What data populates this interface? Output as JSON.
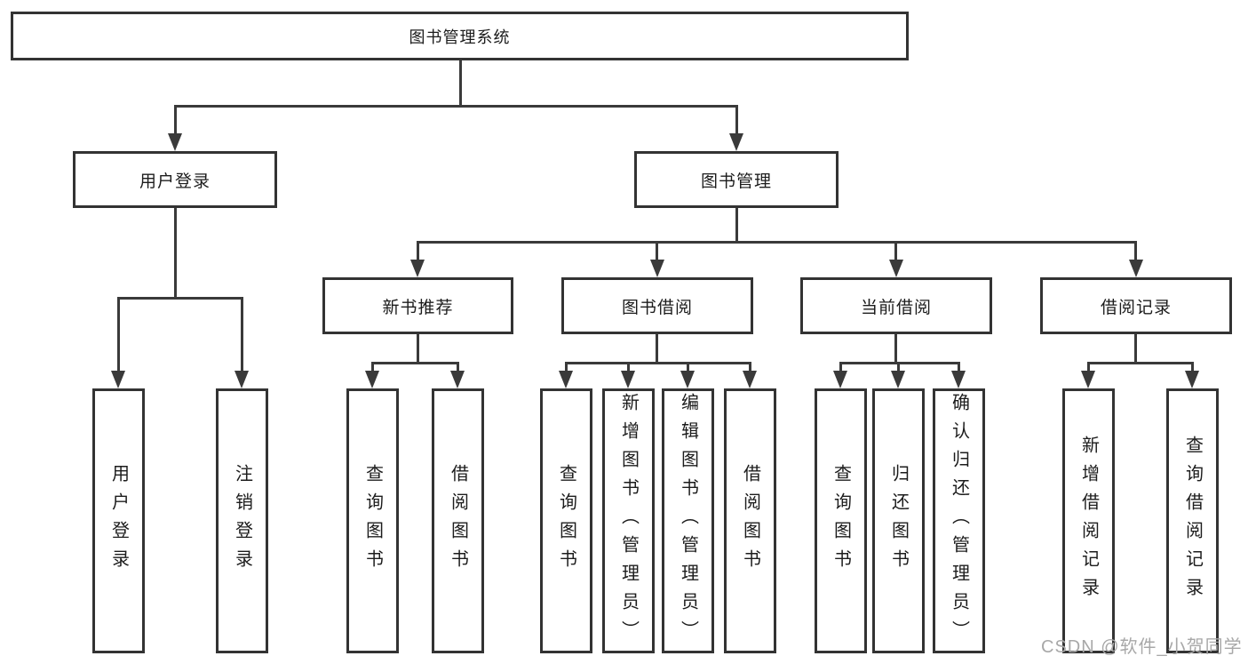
{
  "nodes": {
    "root": {
      "label": "图书管理系统"
    },
    "user_login": {
      "label": "用户登录"
    },
    "book_mgmt": {
      "label": "图书管理"
    },
    "new_book_rec": {
      "label": "新书推荐"
    },
    "book_borrow": {
      "label": "图书借阅"
    },
    "current_borrow": {
      "label": "当前借阅"
    },
    "borrow_records": {
      "label": "借阅记录"
    },
    "leaf_user_login": {
      "label": "用户登录"
    },
    "leaf_logout": {
      "label": "注销登录"
    },
    "leaf_query_book_1": {
      "label": "查询图书"
    },
    "leaf_borrow_book_1": {
      "label": "借阅图书"
    },
    "leaf_query_book_2": {
      "label": "查询图书"
    },
    "leaf_add_book": {
      "label": "新增图书（管理员）"
    },
    "leaf_edit_book": {
      "label": "编辑图书（管理员）"
    },
    "leaf_borrow_book_2": {
      "label": "借阅图书"
    },
    "leaf_query_book_3": {
      "label": "查询图书"
    },
    "leaf_return_book": {
      "label": "归还图书"
    },
    "leaf_confirm_return": {
      "label": "确认归还（管理员）"
    },
    "leaf_add_borrow_record": {
      "label": "新增借阅记录"
    },
    "leaf_query_borrow_record": {
      "label": "查询借阅记录"
    }
  },
  "watermark": "CSDN @软件_小贺同学"
}
